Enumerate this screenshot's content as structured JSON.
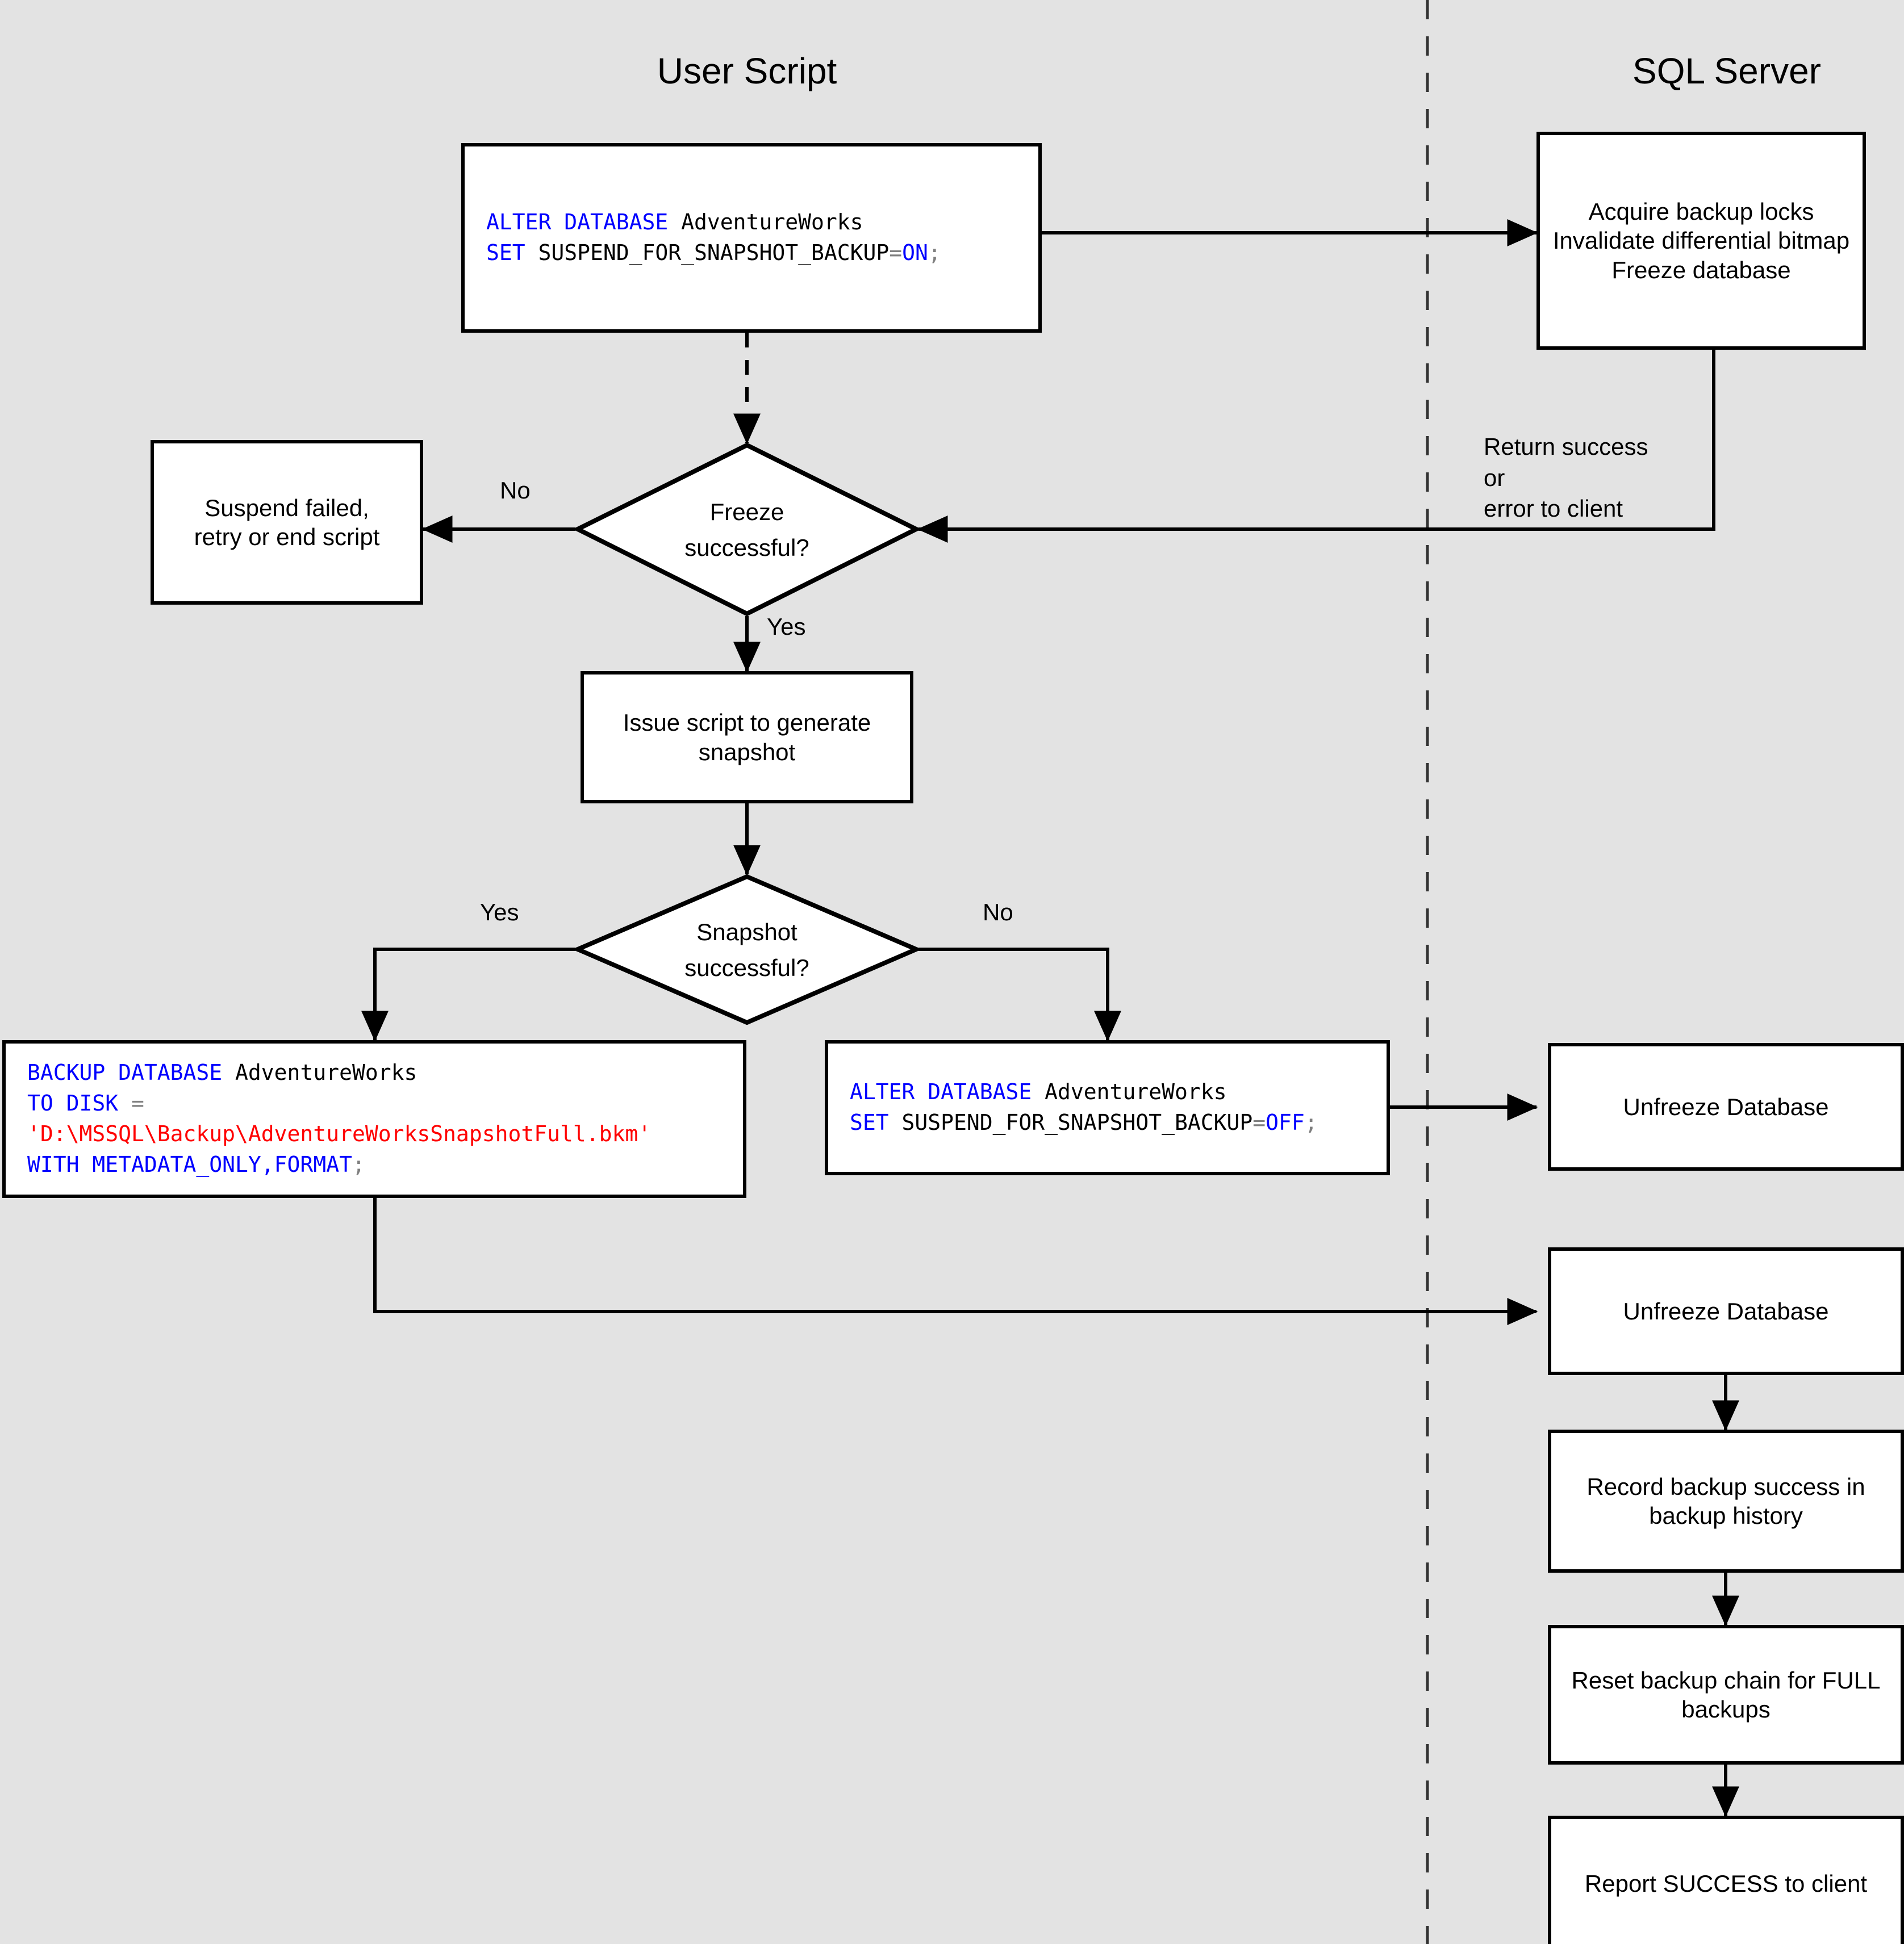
{
  "diagram": {
    "title": "SQL Server snapshot backup flow",
    "background_color": "#e3e3e3",
    "node_fill": "#ffffff",
    "node_stroke": "#000000",
    "keyword_color": "#0000ff",
    "string_color": "#ff0000",
    "operator_color": "#808080"
  },
  "lanes": [
    {
      "id": "user-script",
      "title": "User Script"
    },
    {
      "id": "sql-server",
      "title": "SQL Server"
    }
  ],
  "nodes": {
    "alter_on": {
      "line1_kw": "ALTER DATABASE",
      "line1_rest": " AdventureWorks",
      "line2_kw": "SET",
      "line2_mid": " SUSPEND_FOR_SNAPSHOT_BACKUP",
      "line2_op": "=",
      "line2_val": "ON",
      "line2_end": ";"
    },
    "acquire_locks": "Acquire backup locks\nInvalidate differential bitmap\nFreeze database",
    "suspend_failed": "Suspend failed,\nretry or end script",
    "freeze_decision": "Freeze\nsuccessful?",
    "issue_script": "Issue script to generate\nsnapshot",
    "snapshot_decision": "Snapshot\nsuccessful?",
    "backup_database": {
      "l1_kw": "BACKUP DATABASE",
      "l1_rest": " AdventureWorks",
      "l2_kw": "TO DISK",
      "l2_op": " = ",
      "l3_str": "'D:\\MSSQL\\Backup\\AdventureWorksSnapshotFull.bkm'",
      "l4_kw": "WITH METADATA_ONLY,FORMAT",
      "l4_end": ";"
    },
    "alter_off": {
      "line1_kw": "ALTER DATABASE",
      "line1_rest": " AdventureWorks",
      "line2_kw": "SET",
      "line2_mid": " SUSPEND_FOR_SNAPSHOT_BACKUP",
      "line2_op": "=",
      "line2_val": "OFF",
      "line2_end": ";"
    },
    "unfreeze_1": "Unfreeze Database",
    "unfreeze_2": "Unfreeze Database",
    "record_backup": "Record backup success in\nbackup history",
    "reset_chain": "Reset backup chain for FULL\nbackups",
    "report_success": "Report SUCCESS to client"
  },
  "edge_labels": {
    "freeze_no": "No",
    "freeze_yes": "Yes",
    "return_to_client": "Return success or\nerror to client",
    "snapshot_yes": "Yes",
    "snapshot_no": "No"
  }
}
